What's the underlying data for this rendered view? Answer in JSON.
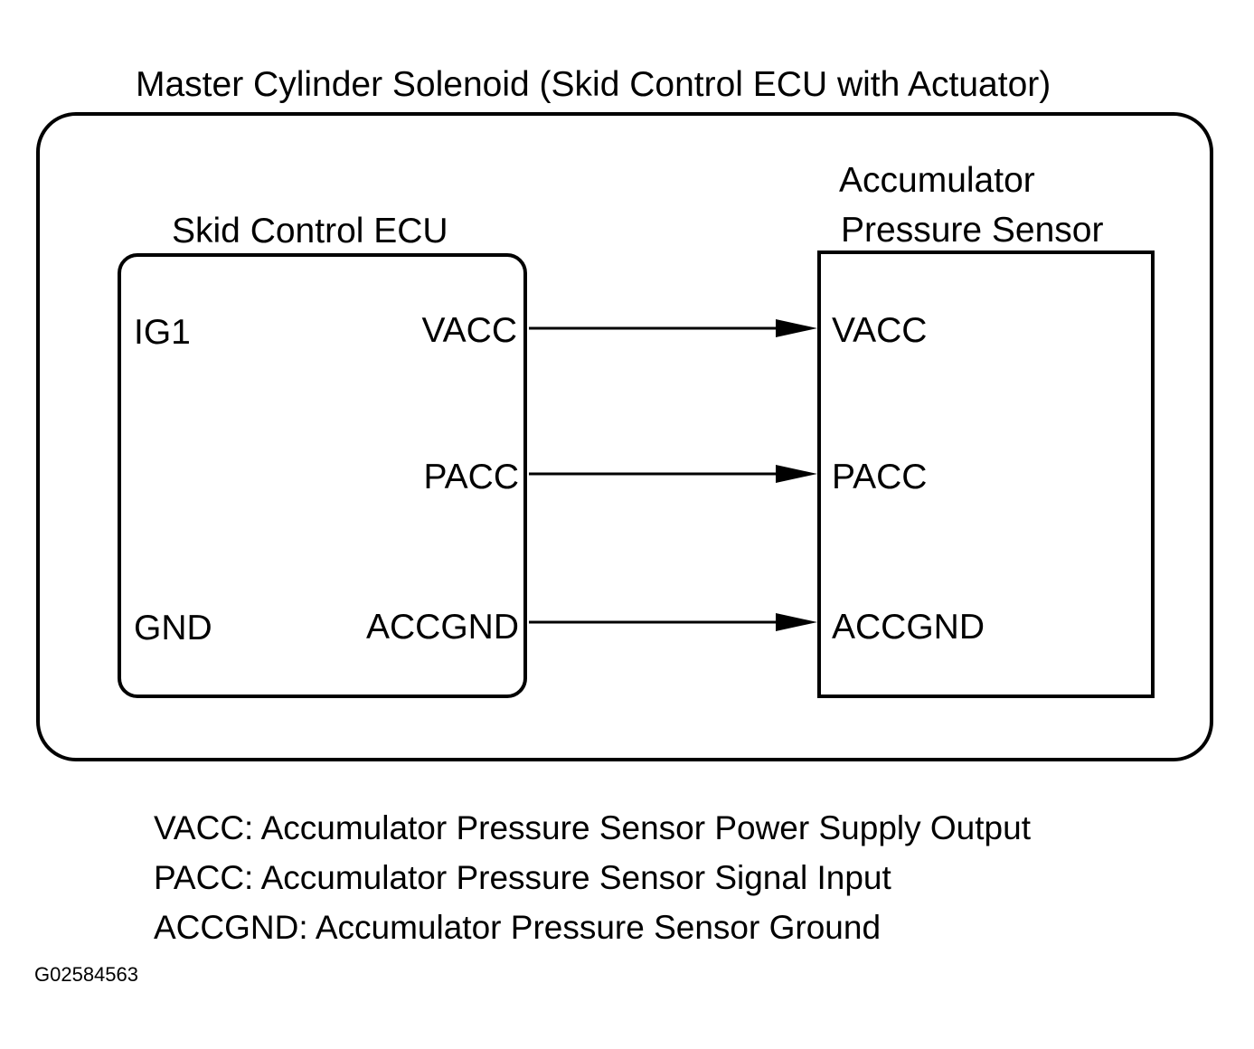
{
  "diagram": {
    "outer_title": "Master Cylinder Solenoid (Skid Control ECU with Actuator)",
    "ecu": {
      "title": "Skid Control ECU",
      "left_pins": [
        "IG1",
        "GND"
      ],
      "right_pins": [
        "VACC",
        "PACC",
        "ACCGND"
      ]
    },
    "sensor": {
      "title_line1": "Accumulator",
      "title_line2": "Pressure Sensor",
      "pins": [
        "VACC",
        "PACC",
        "ACCGND"
      ]
    },
    "connections": [
      {
        "from": "VACC",
        "to": "VACC"
      },
      {
        "from": "PACC",
        "to": "PACC"
      },
      {
        "from": "ACCGND",
        "to": "ACCGND"
      }
    ]
  },
  "legend": [
    "VACC: Accumulator Pressure Sensor Power Supply Output",
    "PACC: Accumulator Pressure Sensor Signal Input",
    "ACCGND: Accumulator Pressure Sensor Ground"
  ],
  "figure_code": "G02584563"
}
